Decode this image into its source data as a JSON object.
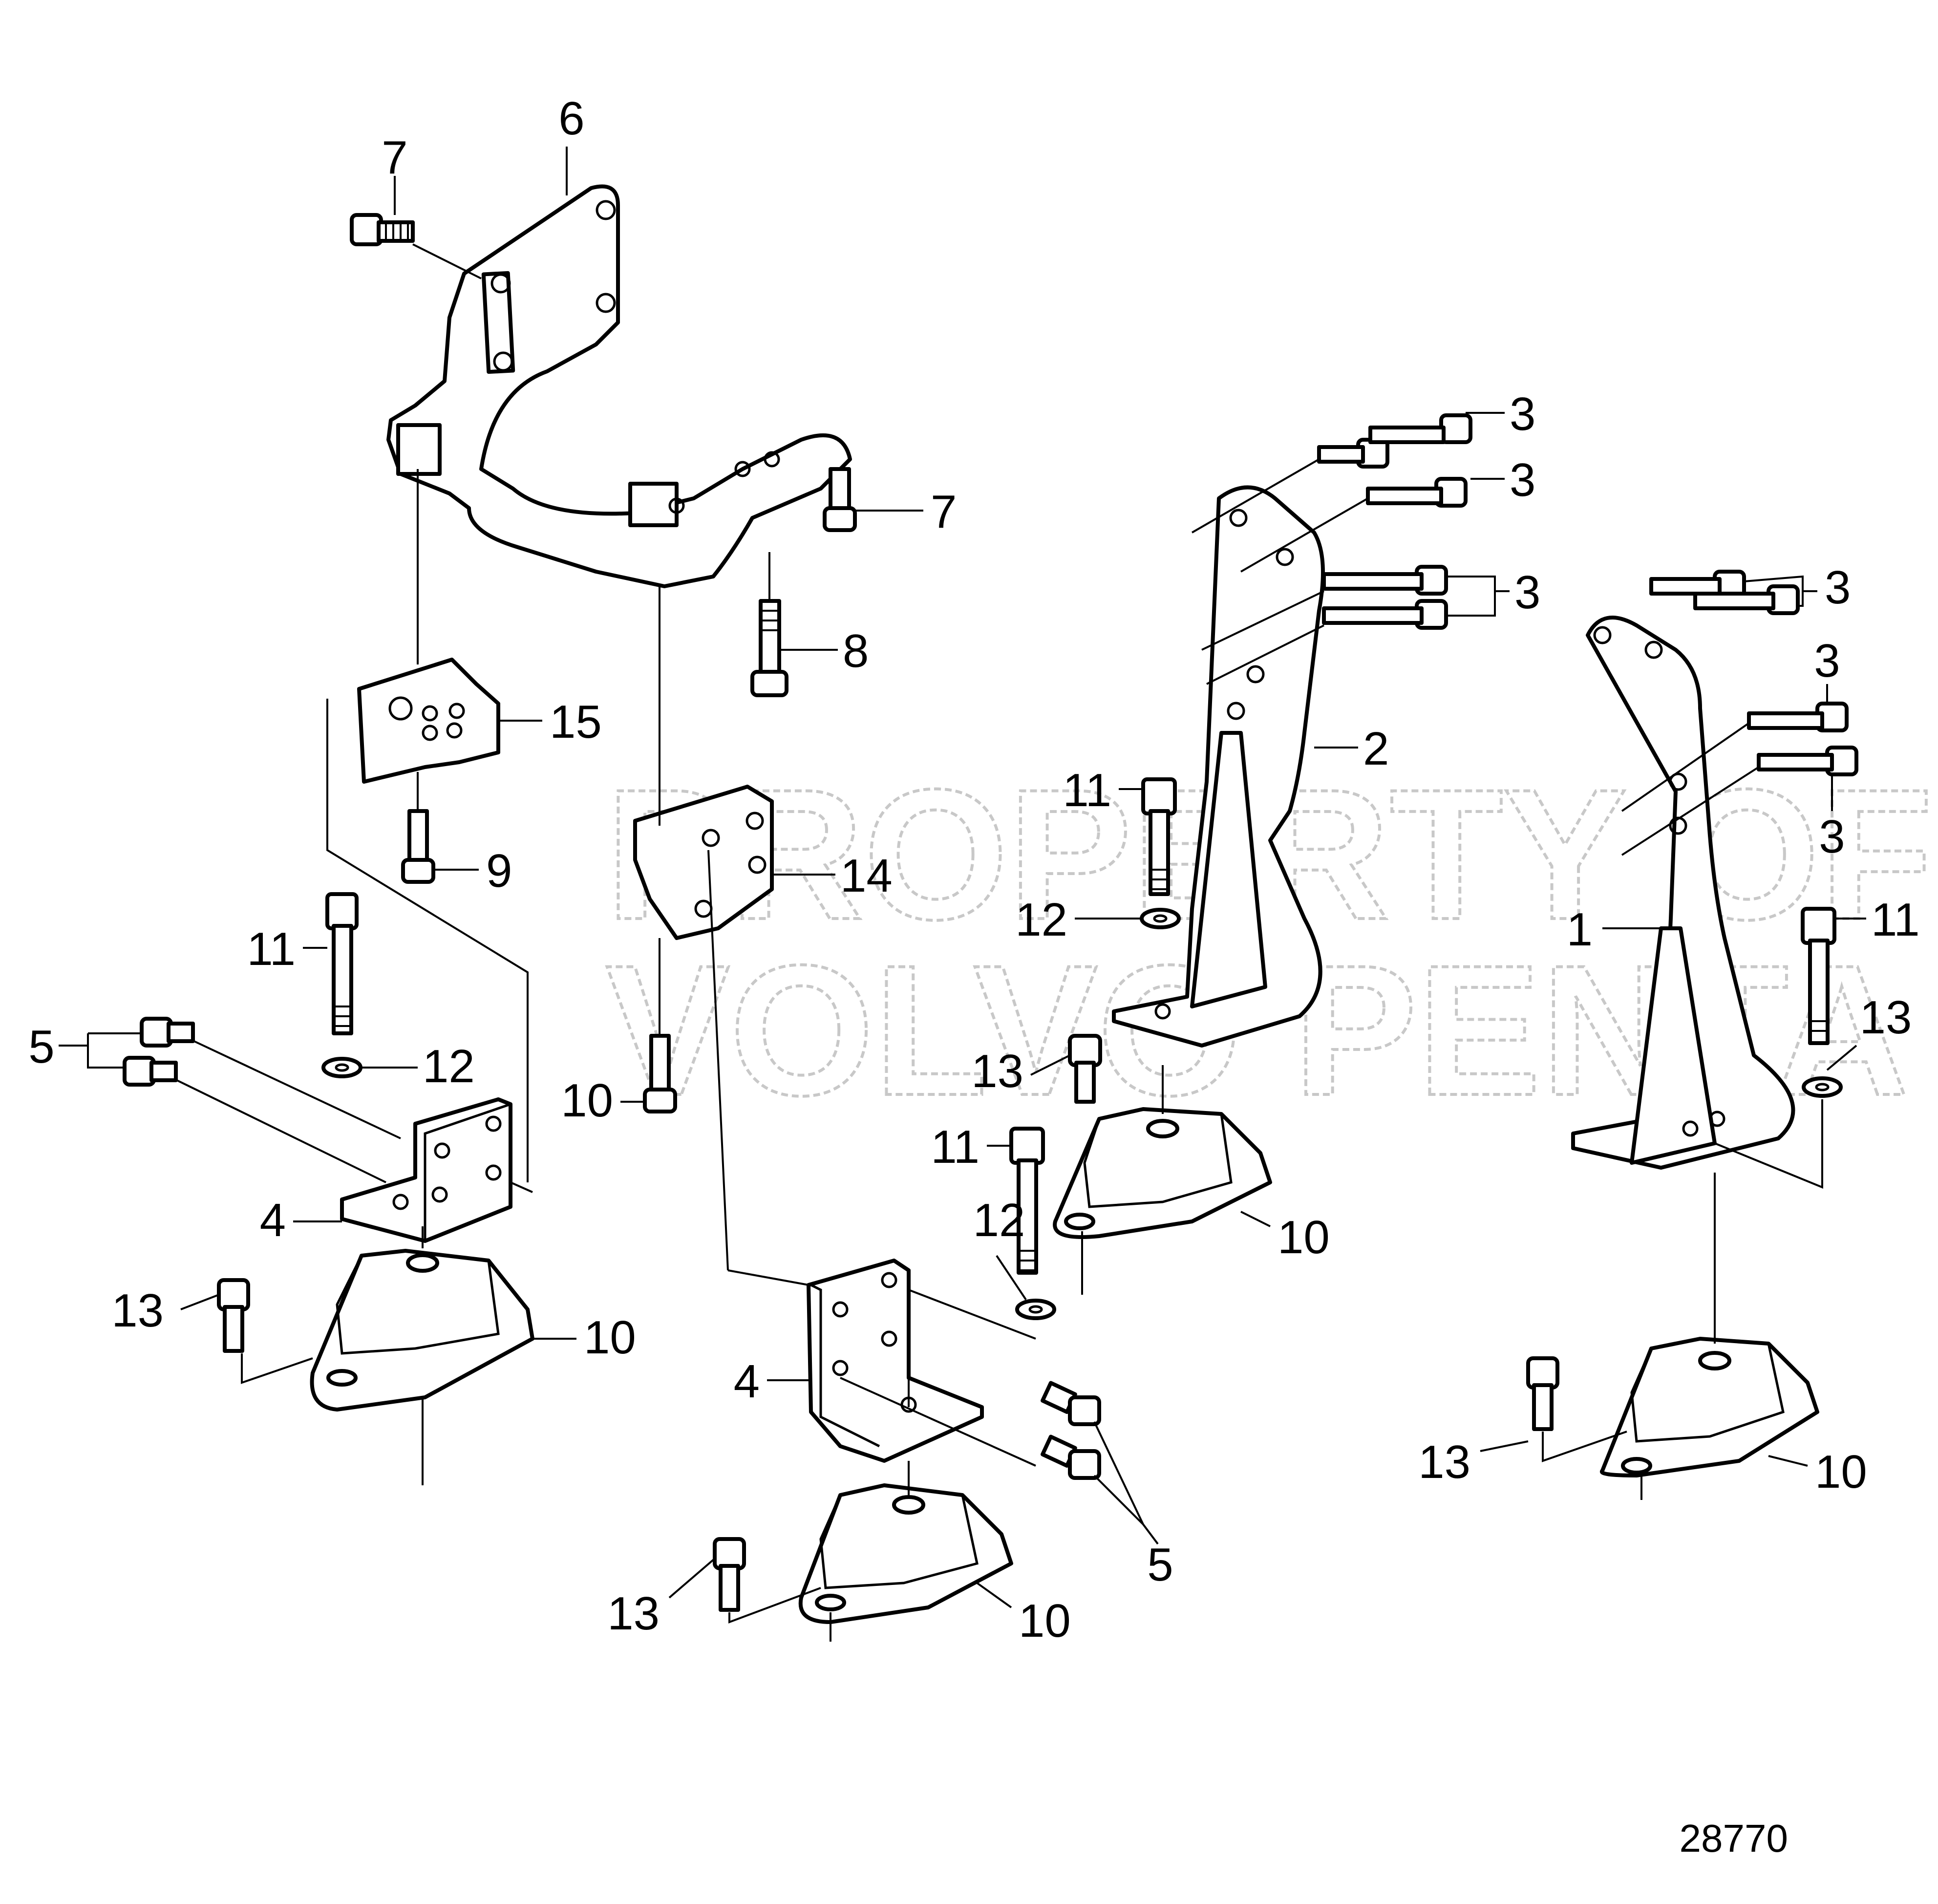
{
  "watermark": {
    "line1": "PROPERTY OF",
    "line2": "VOLVO PENTA"
  },
  "figure_number": "28770",
  "callouts": {
    "c6": "6",
    "c7a": "7",
    "c7b": "7",
    "c8": "8",
    "c15": "15",
    "c9": "9",
    "c14": "14",
    "c11a": "11",
    "c12a": "12",
    "c5a": "5",
    "c4a": "4",
    "c13a": "13",
    "c10a": "10",
    "c10b": "10",
    "c11b": "11",
    "c12b": "12",
    "c13b": "13",
    "c11c": "11",
    "c12c": "12",
    "c10c": "10",
    "c4b": "4",
    "c5b": "5",
    "c13c": "13",
    "c10d": "10",
    "c3a": "3",
    "c3b": "3",
    "c3c": "3",
    "c2": "2",
    "c3d": "3",
    "c3e": "3",
    "c3f": "3",
    "c1": "1",
    "c11d": "11",
    "c13d": "13",
    "c13e": "13",
    "c10e": "10"
  }
}
